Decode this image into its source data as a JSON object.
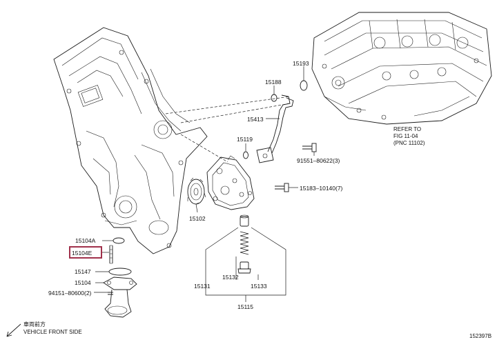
{
  "diagram": {
    "labels": {
      "p15193": "15193",
      "p15188": "15188",
      "p15413": "15413",
      "p15119": "15119",
      "p91551": "91551–80622(3)",
      "p15183": "15183–10140(7)",
      "p15102": "15102",
      "p15104a": "15104A",
      "p15104e": "15104E",
      "p15147": "15147",
      "p15104": "15104",
      "p94151": "94151–80600(2)",
      "p15131": "15131",
      "p15132": "15132",
      "p15133": "15133",
      "p15115": "15115"
    },
    "refer": {
      "line1": "REFER TO",
      "line2": "FIG 11-04",
      "line3": "(PNC 11102)"
    },
    "direction": {
      "jp": "車両前方",
      "en": "VEHICLE FRONT SIDE"
    },
    "figure_code": "152397B",
    "highlight_part": "15104E",
    "colors": {
      "highlight": "#a0304a",
      "line": "#1a1a1a"
    }
  }
}
